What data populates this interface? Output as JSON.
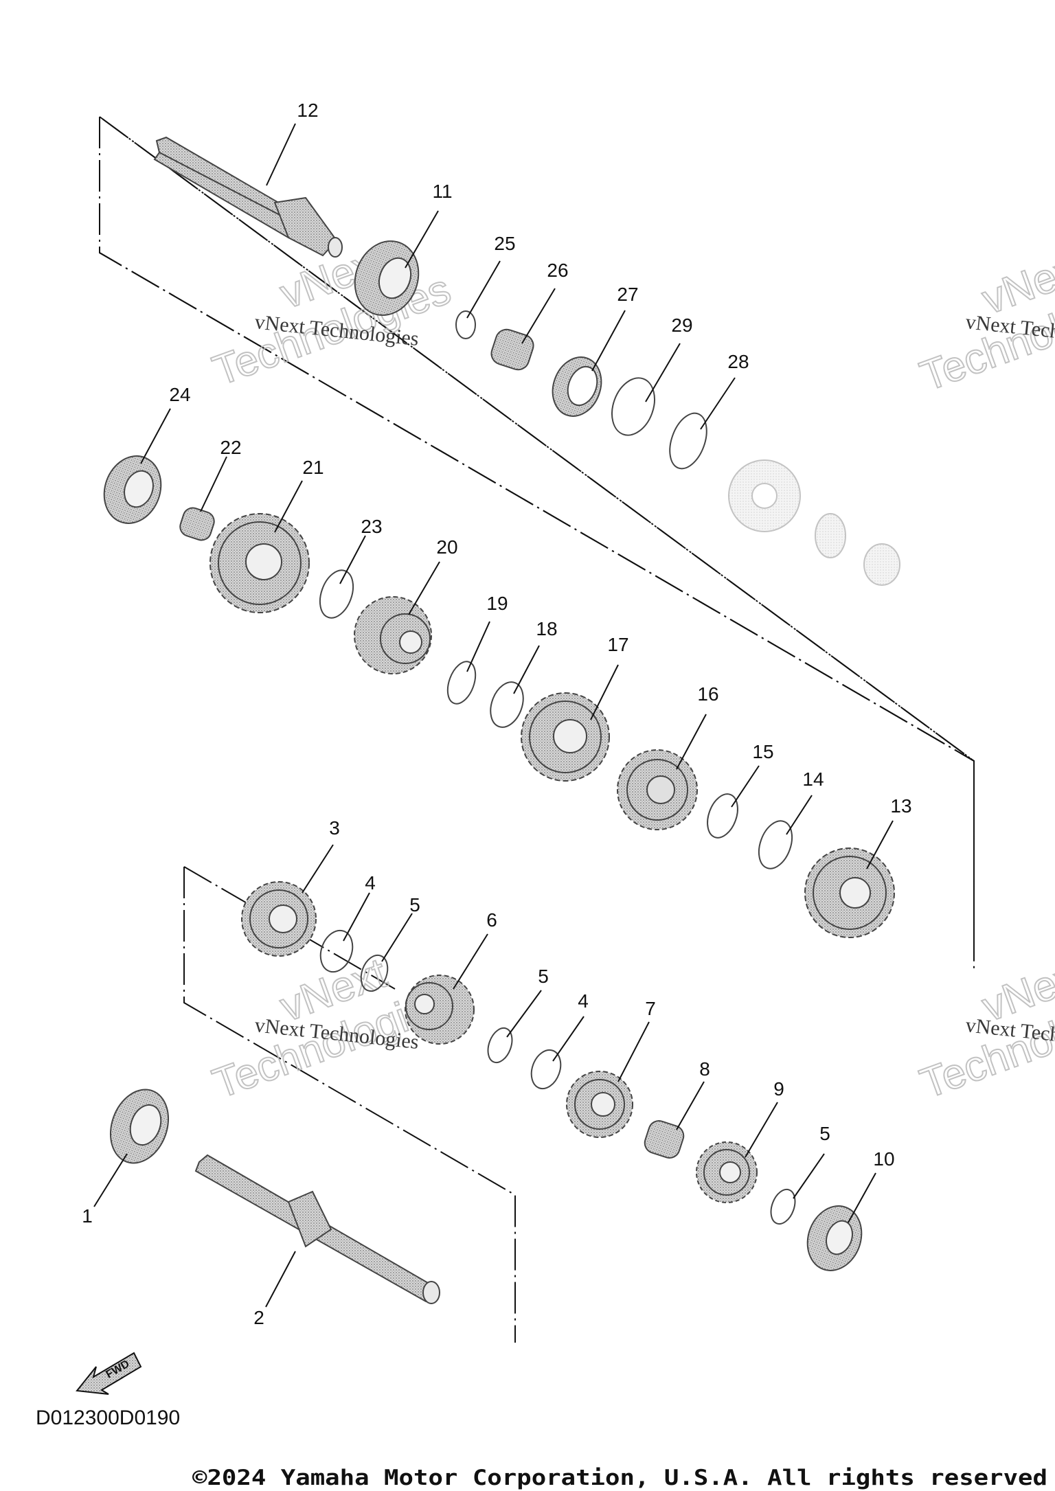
{
  "diagram": {
    "code": "D012300D0190",
    "copyright": "©2024 Yamaha Motor Corporation, U.S.A. All rights reserved",
    "fwd_label": "FWD",
    "watermark": {
      "line1": "vNext Technologies",
      "big1": "vNext",
      "big2": "Technologies"
    },
    "callouts": {
      "p1": "1",
      "p2": "2",
      "p3": "3",
      "p4a": "4",
      "p4b": "4",
      "p5a": "5",
      "p5b": "5",
      "p5c": "5",
      "p6": "6",
      "p7": "7",
      "p8": "8",
      "p9": "9",
      "p10": "10",
      "p11": "11",
      "p12": "12",
      "p13": "13",
      "p14": "14",
      "p15": "15",
      "p16": "16",
      "p17": "17",
      "p18": "18",
      "p19": "19",
      "p20": "20",
      "p21": "21",
      "p22": "22",
      "p23": "23",
      "p24": "24",
      "p25": "25",
      "p26": "26",
      "p27": "27",
      "p28": "28",
      "p29": "29"
    }
  }
}
